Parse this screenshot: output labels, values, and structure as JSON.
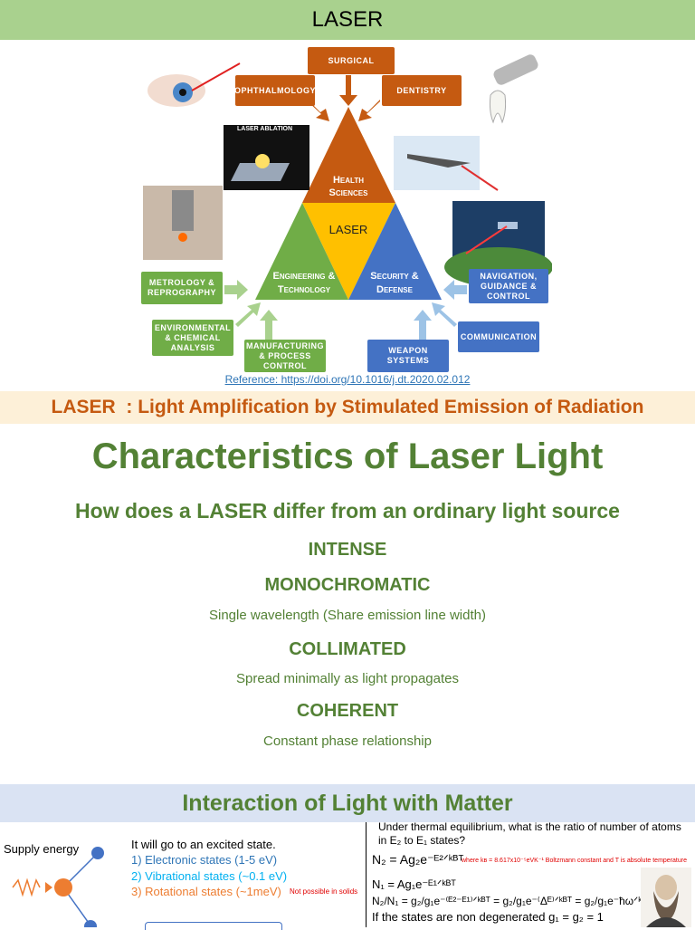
{
  "header": {
    "title": "LASER"
  },
  "diagram": {
    "center_label": "LASER",
    "health_label": "Health Sciences",
    "engineering_label": "Engineering & Technology",
    "security_label": "Security & Defense",
    "photo_caption": "LASER ABLATION",
    "orange_boxes": [
      "Surgical",
      "Ophthalmology",
      "Dentistry"
    ],
    "green_boxes": [
      "Metrology & Reprography",
      "Environmental & Chemical Analysis",
      "Manufacturing & Process Control"
    ],
    "blue_boxes": [
      "Navigation, Guidance & Control",
      "Communication",
      "Weapon Systems"
    ],
    "colors": {
      "orange": "#c55a11",
      "green": "#70ad47",
      "blue": "#4472c4",
      "center": "#ffc000"
    }
  },
  "reference": "Reference: https://doi.org/10.1016/j.dt.2020.02.012",
  "acronym": "LASER  : Light Amplification by Stimulated Emission of Radiation",
  "main": {
    "title": "Characteristics of Laser Light",
    "subtitle": "How does a LASER differ from an ordinary light source",
    "items": [
      {
        "name": "INTENSE",
        "desc": ""
      },
      {
        "name": "MONOCHROMATIC",
        "desc": "Single wavelength (Share emission line width)"
      },
      {
        "name": "COLLIMATED",
        "desc": "Spread minimally as light propagates"
      },
      {
        "name": "COHERENT",
        "desc": "Constant phase relationship"
      }
    ]
  },
  "interaction": {
    "title": "Interaction of Light with Matter",
    "supply": "Supply energy",
    "excited": "It will go to an excited state.",
    "states": [
      "1)   Electronic states (1-5 eV)",
      "2)   Vibrational states (~0.1 eV)",
      "3)   Rotational states (~1meV)"
    ],
    "not_possible": "Not possible in solids",
    "question": "Under thermal equilibrium, what is the ratio of number of atoms in E₂ to E₁ states?",
    "eq1": "N₂ = Ag₂e⁻ᴱ²ᐟᵏᴮᵀ",
    "where": "where  kʙ = 8.617x10⁻⁵eVK⁻¹  Boltzmann constant and T is absolute temperature",
    "eq2": "N₁ = Ag₁e⁻ᴱ¹ᐟᵏᴮᵀ",
    "eq3": "N₂/N₁ = g₂/g₁e⁻⁽ᴱ²⁻ᴱ¹⁾ᐟᵏᴮᵀ = g₂/g₁e⁻⁽Δᴱ⁾ᐟᵏᴮᵀ = g₂/g₁e⁻ħωᐟᵏᴮᵀ",
    "eq4": "If the states are non degenerated g₁ = g₂ = 1"
  }
}
